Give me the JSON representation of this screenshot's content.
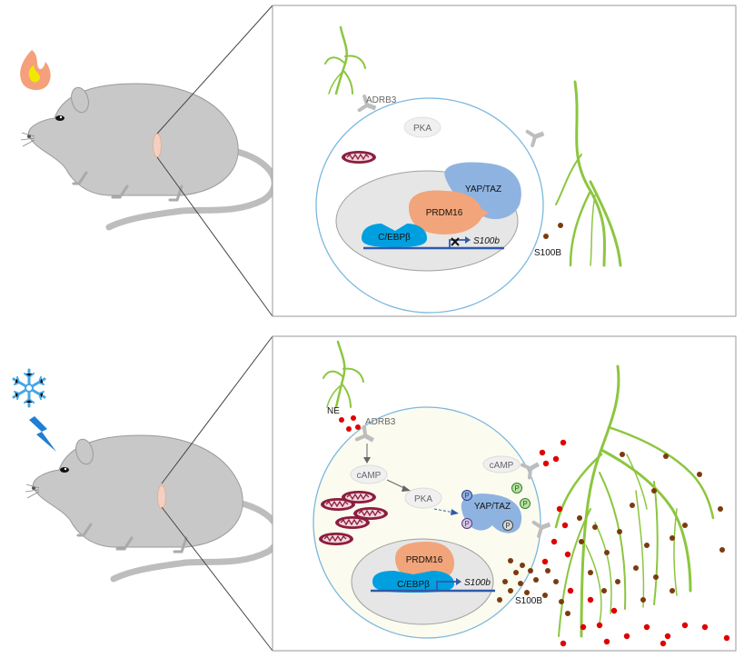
{
  "top": {
    "receptor": "ADRB3",
    "kinase": "PKA",
    "yap": "YAP/TAZ",
    "prdm16": "PRDM16",
    "cebp": "C/EBPβ",
    "gene": "S100b",
    "secreted": "S100B"
  },
  "bottom": {
    "ne": "NE",
    "receptor": "ADRB3",
    "camp_1": "cAMP",
    "camp_2": "cAMP",
    "kinase": "PKA",
    "yap": "YAP/TAZ",
    "prdm16": "PRDM16",
    "cebp": "C/EBPβ",
    "gene": "S100b",
    "secreted": "S100B",
    "phospho": "P"
  },
  "colors": {
    "mouse": "#c8c8c8",
    "nerve": "#8cc63f",
    "membrane": "#7bb8de",
    "nucleus": "#e6e6e6",
    "yap": "#8fb3e0",
    "prdm16": "#f2a57a",
    "cebp": "#00a0e0",
    "dna": "#2f5aa8",
    "ne_dot": "#e00000",
    "s100b_dot": "#7a3b0f",
    "mito": "#8b1e3f"
  },
  "icons": [
    "fire-icon",
    "snowflake-icon",
    "lightning-icon",
    "mitochondria-icon",
    "receptor-icon"
  ]
}
